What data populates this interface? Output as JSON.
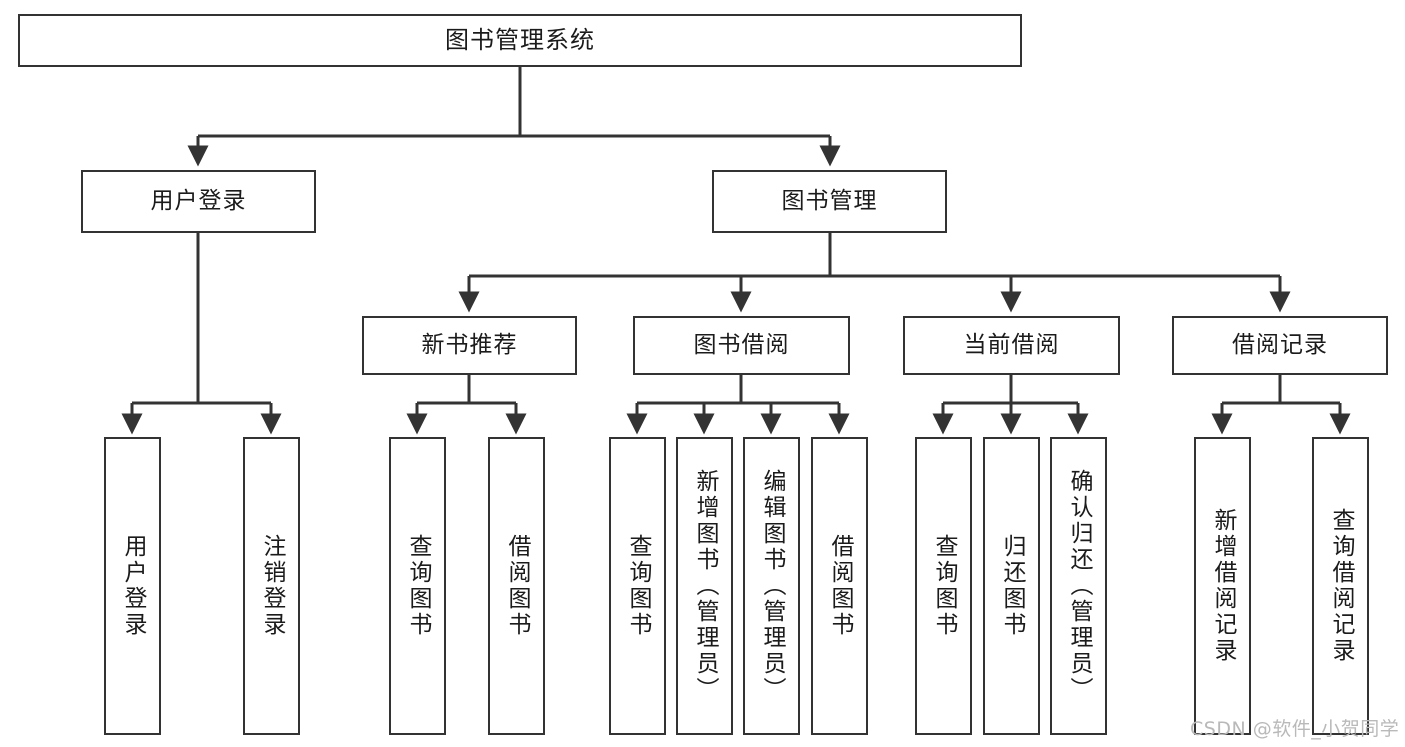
{
  "diagram": {
    "title": "图书管理系统",
    "watermark": "CSDN @软件_小贺同学",
    "colors": {
      "box_border": "#333333",
      "box_fill": "#ffffff",
      "edge": "#333333",
      "text": "#1b1b1b",
      "watermark": "#b9b9b9",
      "background": "#ffffff"
    },
    "nodes": {
      "root": "图书管理系统",
      "user_login": "用户登录",
      "book_manage": "图书管理",
      "new_book_rec": "新书推荐",
      "book_borrow": "图书借阅",
      "current_borrow": "当前借阅",
      "borrow_record": "借阅记录",
      "leaf_user_login": "用户登录",
      "leaf_logout_login": "注销登录",
      "leaf_query_book_1": "查询图书",
      "leaf_borrow_book_1": "借阅图书",
      "leaf_query_book_2": "查询图书",
      "leaf_add_book_admin": "新增图书（管理员）",
      "leaf_edit_book_admin": "编辑图书（管理员）",
      "leaf_borrow_book_2": "借阅图书",
      "leaf_query_book_3": "查询图书",
      "leaf_return_book": "归还图书",
      "leaf_confirm_return_admin": "确认归还（管理员）",
      "leaf_add_borrow_record": "新增借阅记录",
      "leaf_query_borrow_record": "查询借阅记录"
    },
    "hierarchy": {
      "图书管理系统": [
        "用户登录",
        "图书管理"
      ],
      "用户登录": [
        "用户登录",
        "注销登录"
      ],
      "图书管理": [
        "新书推荐",
        "图书借阅",
        "当前借阅",
        "借阅记录"
      ],
      "新书推荐": [
        "查询图书",
        "借阅图书"
      ],
      "图书借阅": [
        "查询图书",
        "新增图书（管理员）",
        "编辑图书（管理员）",
        "借阅图书"
      ],
      "当前借阅": [
        "查询图书",
        "归还图书",
        "确认归还（管理员）"
      ],
      "借阅记录": [
        "新增借阅记录",
        "查询借阅记录"
      ]
    }
  }
}
